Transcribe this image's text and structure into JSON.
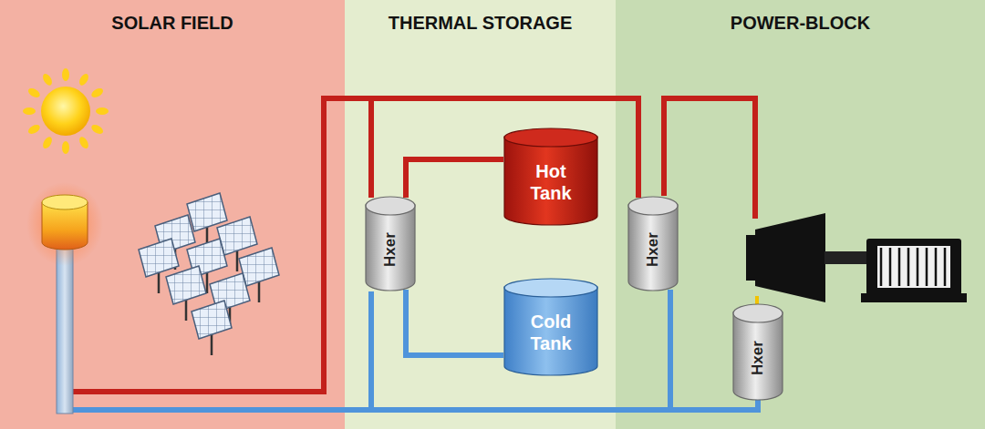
{
  "diagram": {
    "nodes": [
      {
        "text": [
          "SOLAR FIELD"
        ]
      },
      {
        "text": [
          "THERMAL STORAGE"
        ]
      },
      {
        "text": [
          "Hxer"
        ],
        "in": 1
      },
      {
        "text": [
          "Hot Tank"
        ],
        "in": 1
      },
      {
        "text": [
          "Cold Tank"
        ],
        "in": 1
      },
      {
        "text": [
          "POWER-BLOCK"
        ]
      },
      {
        "text": [
          "Hxer"
        ],
        "in": 5
      },
      {
        "text": [
          "Hxer"
        ],
        "in": 5
      }
    ],
    "edges": [
      {
        "from": 2,
        "to": 3,
        "arrow": "none"
      },
      {
        "from": 2,
        "to": 4,
        "arrow": "none"
      },
      {
        "from": 2,
        "to": 6,
        "arrow": "none"
      },
      {
        "from": 6,
        "to": 7,
        "arrow": "none"
      }
    ]
  }
}
